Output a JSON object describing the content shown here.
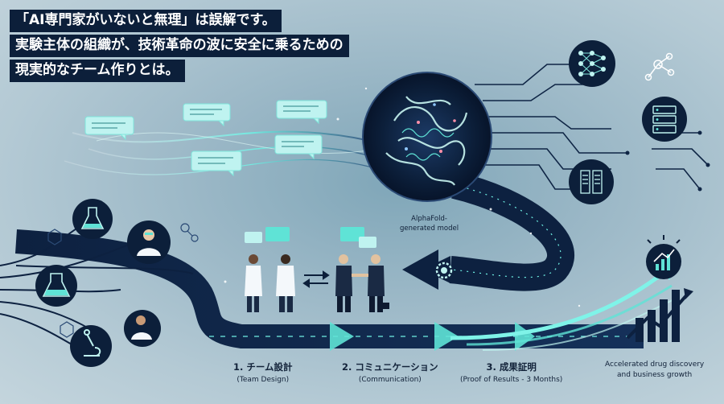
{
  "headline": {
    "line1": "「AI専門家がいないと無理」は誤解です。",
    "line2": "実験主体の組織が、技術革命の波に安全に乗るための",
    "line3": "現実的なチーム作りとは。"
  },
  "model_label": {
    "line1": "AlphaFold-",
    "line2": "generated model"
  },
  "steps": [
    {
      "title": "1. チーム設計",
      "subtitle": "(Team Design)"
    },
    {
      "title": "2. コミュニケーション",
      "subtitle": "(Communication)"
    },
    {
      "title": "3. 成果証明",
      "subtitle": "(Proof of Results - 3 Months)"
    }
  ],
  "outcome": {
    "line1": "Accelerated drug discovery",
    "line2": "and business growth"
  },
  "colors": {
    "navy": "#0c1f3a",
    "teal": "#5fe3d6",
    "bubble": "#bff3f0"
  },
  "icons": [
    "neural-network-icon",
    "node-graph-icon",
    "server-icon",
    "document-icon",
    "flask-icon",
    "scientist-icon",
    "beaker-icon",
    "microscope-icon",
    "gear-icon",
    "growth-chart-icon",
    "protein-structure-icon"
  ]
}
